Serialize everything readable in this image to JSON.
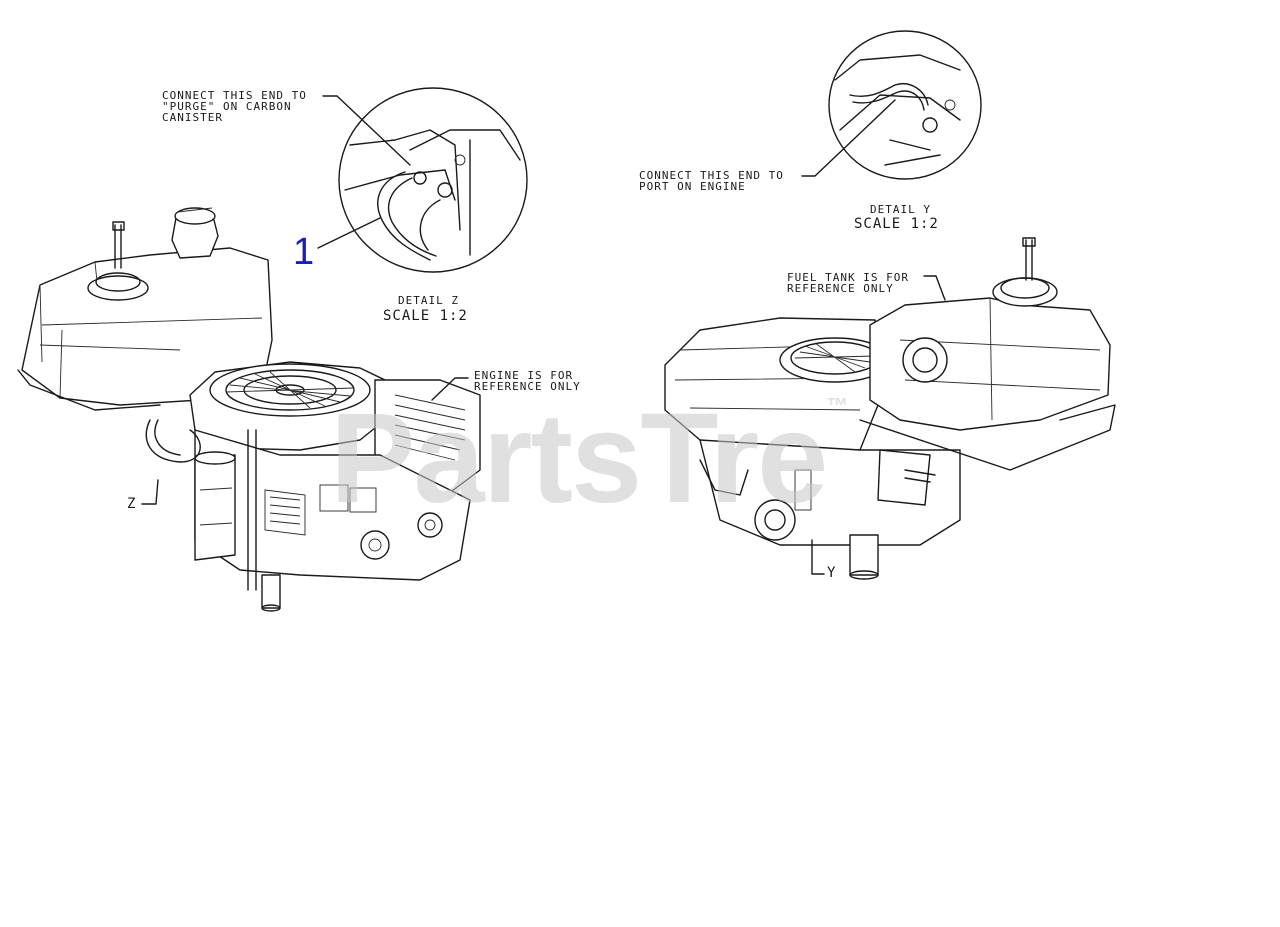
{
  "callout_1": "1",
  "watermark": {
    "text": "PartsTre",
    "tm": "™"
  },
  "left": {
    "connect_note": [
      "CONNECT THIS END TO",
      "\"PURGE\" ON CARBON",
      "CANISTER"
    ],
    "detail_title": "DETAIL Z",
    "detail_scale": "SCALE 1:2",
    "engine_note": [
      "ENGINE IS FOR",
      "REFERENCE ONLY"
    ],
    "z_tag": "Z"
  },
  "right": {
    "connect_note": [
      "CONNECT THIS END TO",
      "PORT ON ENGINE"
    ],
    "detail_title": "DETAIL Y",
    "detail_scale": "SCALE 1:2",
    "fuel_note": [
      "FUEL TANK IS FOR",
      "REFERENCE ONLY"
    ],
    "y_tag": "Y"
  }
}
